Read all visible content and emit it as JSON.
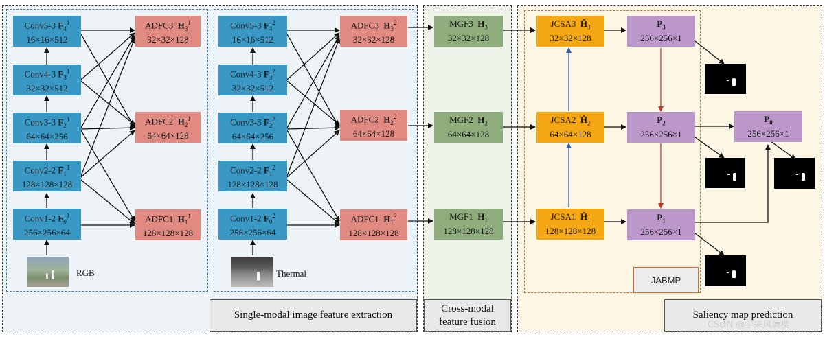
{
  "rgb_branch": [
    {
      "name": "Conv5-3",
      "sym": "F",
      "sub": "4",
      "sup": "1",
      "dims": "16×16×512"
    },
    {
      "name": "Conv4-3",
      "sym": "F",
      "sub": "3",
      "sup": "1",
      "dims": "32×32×512"
    },
    {
      "name": "Conv3-3",
      "sym": "F",
      "sub": "2",
      "sup": "1",
      "dims": "64×64×256"
    },
    {
      "name": "Conv2-2",
      "sym": "F",
      "sub": "1",
      "sup": "1",
      "dims": "128×128×128"
    },
    {
      "name": "Conv1-2",
      "sym": "F",
      "sub": "0",
      "sup": "1",
      "dims": "256×256×64"
    }
  ],
  "rgb_adfc": [
    {
      "name": "ADFC3",
      "sym": "H",
      "sub": "3",
      "sup": "1",
      "dims": "32×32×128"
    },
    {
      "name": "ADFC2",
      "sym": "H",
      "sub": "2",
      "sup": "1",
      "dims": "64×64×128"
    },
    {
      "name": "ADFC1",
      "sym": "H",
      "sub": "1",
      "sup": "1",
      "dims": "128×128×128"
    }
  ],
  "thermal_branch": [
    {
      "name": "Conv5-3",
      "sym": "F",
      "sub": "4",
      "sup": "2",
      "dims": "16×16×512"
    },
    {
      "name": "Conv4-3",
      "sym": "F",
      "sub": "3",
      "sup": "2",
      "dims": "32×32×512"
    },
    {
      "name": "Conv3-3",
      "sym": "F",
      "sub": "2",
      "sup": "2",
      "dims": "64×64×256"
    },
    {
      "name": "Conv2-2",
      "sym": "F",
      "sub": "1",
      "sup": "2",
      "dims": "128×128×128"
    },
    {
      "name": "Conv1-2",
      "sym": "F",
      "sub": "0",
      "sup": "2",
      "dims": "256×256×64"
    }
  ],
  "thermal_adfc": [
    {
      "name": "ADFC3",
      "sym": "H",
      "sub": "3",
      "sup": "2",
      "dims": "32×32×128"
    },
    {
      "name": "ADFC2",
      "sym": "H",
      "sub": "2",
      "sup": "2",
      "dims": "64×64×128"
    },
    {
      "name": "ADFC1",
      "sym": "H",
      "sub": "1",
      "sup": "2",
      "dims": "128×128×128"
    }
  ],
  "mgf": [
    {
      "name": "MGF3",
      "sym": "H",
      "sub": "3",
      "dims": "32×32×128"
    },
    {
      "name": "MGF2",
      "sym": "H",
      "sub": "2",
      "dims": "64×64×128"
    },
    {
      "name": "MGF1",
      "sym": "H",
      "sub": "1",
      "dims": "128×128×128"
    }
  ],
  "jcsa": [
    {
      "name": "JCSA3",
      "sym": "H̃",
      "sub": "3",
      "dims": "32×32×128"
    },
    {
      "name": "JCSA2",
      "sym": "H̃",
      "sub": "2",
      "dims": "64×64×128"
    },
    {
      "name": "JCSA1",
      "sym": "H̃",
      "sub": "1",
      "dims": "128×128×128"
    }
  ],
  "preds": [
    {
      "sym": "P",
      "sub": "3",
      "dims": "256×256×1"
    },
    {
      "sym": "P",
      "sub": "2",
      "dims": "256×256×1"
    },
    {
      "sym": "P",
      "sub": "1",
      "dims": "256×256×1"
    }
  ],
  "final_pred": {
    "sym": "P",
    "sub": "0",
    "dims": "256×256×1"
  },
  "input_labels": {
    "rgb": "RGB",
    "thermal": "Thermal"
  },
  "jabmp_label": "JABMP",
  "captions": {
    "single_modal": "Single-modal image feature extraction",
    "cross_modal_line1": "Cross-modal",
    "cross_modal_line2": "feature fusion",
    "saliency": "Saliency map prediction"
  },
  "watermark": "CSDN @手来风满楼",
  "colors": {
    "conv": "#3a98c4",
    "adfc": "#e08a82",
    "mgf": "#8fad7c",
    "jcsa": "#f6a814",
    "pred": "#bc97c9",
    "blue_arrow": "#2f5fa8",
    "red_arrow": "#c0392b",
    "jabmp_border": "#d9662b"
  }
}
